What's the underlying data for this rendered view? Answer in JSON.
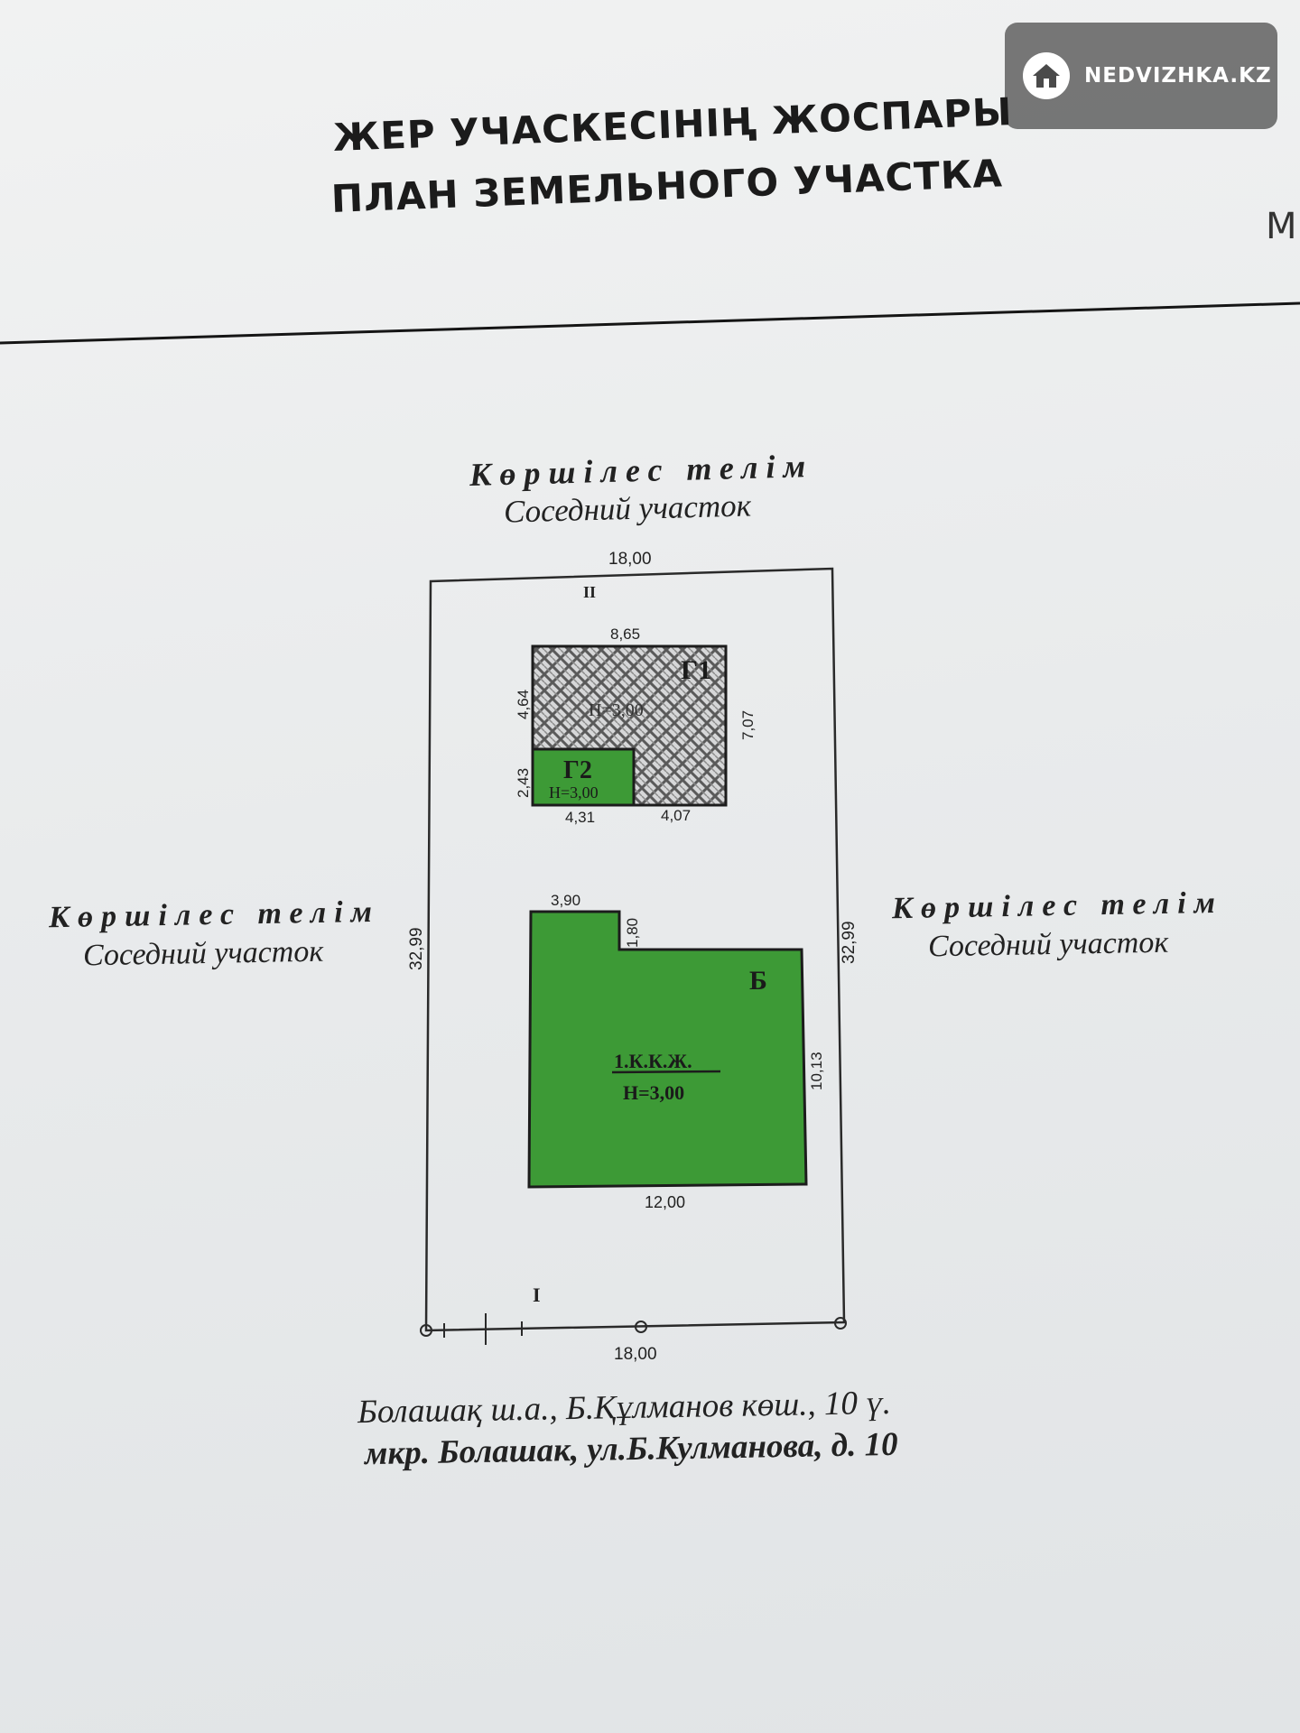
{
  "watermark": {
    "text": "NEDVIZHKA.KZ",
    "icon": "home-icon"
  },
  "header": {
    "title_kz": "ЖЕР УЧАСКЕСІНІҢ ЖОСПАРЫ",
    "title_ru": "ПЛАН ЗЕМЕЛЬНОГО УЧАСТКА",
    "edge_text": "М"
  },
  "neighbors": {
    "top": {
      "kz": "Көршілес телім",
      "ru": "Соседний участок"
    },
    "left": {
      "kz": "Көршілес телім",
      "ru": "Соседний участок"
    },
    "right": {
      "kz": "Көршілес телім",
      "ru": "Соседний участок"
    }
  },
  "plot": {
    "top_width": "18,00",
    "bottom_width": "18,00",
    "left_length": "32,99",
    "right_length": "32,99",
    "label_top": "II",
    "label_bottom": "I"
  },
  "buildings": {
    "g1": {
      "label": "Г1",
      "height": "Н=3,00",
      "dim_top": "8,65",
      "dim_left": "4,64",
      "dim_right": "7,07",
      "dim_bottom": "4,07"
    },
    "g2": {
      "label": "Г2",
      "height": "Н=3,00",
      "dim_left": "2,43",
      "dim_bottom": "4,31"
    },
    "b": {
      "label": "Б",
      "type": "1.К.К.Ж.",
      "height": "Н=3,00",
      "dim_notch_top": "3,90",
      "dim_notch_side": "1,80",
      "dim_right": "10,13",
      "dim_bottom": "12,00"
    }
  },
  "colors": {
    "building_green": "#3d9a36",
    "hatch": "#555555"
  },
  "address": {
    "kz": "Болашақ ш.а., Б.Құлманов көш., 10 ү.",
    "ru": "мкр. Болашак, ул.Б.Кулманова, д. 10"
  }
}
